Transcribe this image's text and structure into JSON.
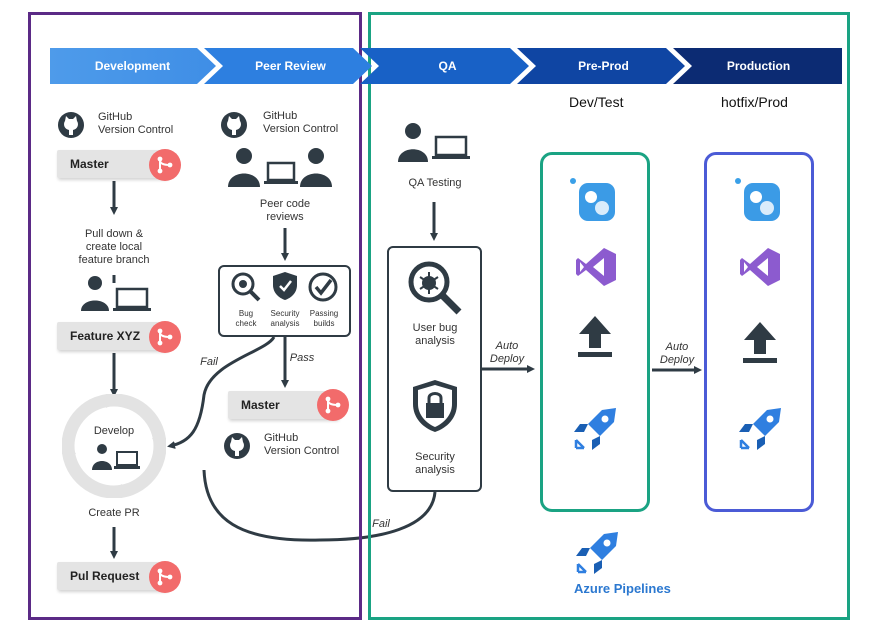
{
  "stages": [
    "Development",
    "Peer Review",
    "QA",
    "Pre-Prod",
    "Production"
  ],
  "env_labels": {
    "preprod": "Dev/Test",
    "prod": "hotfix/Prod"
  },
  "dev": {
    "github_line1": "GitHub",
    "github_line2": "Version Control",
    "master_label": "Master",
    "pull_line1": "Pull down &",
    "pull_line2": "create local",
    "pull_line3": "feature branch",
    "feature_label": "Feature XYZ",
    "develop_label": "Develop",
    "create_pr_label": "Create PR",
    "pull_request_label": "Pul Request"
  },
  "peer": {
    "github_line1": "GitHub",
    "github_line2": "Version Control",
    "reviews_line1": "Peer code",
    "reviews_line2": "reviews",
    "checks": [
      {
        "line1": "Bug",
        "line2": "check"
      },
      {
        "line1": "Security",
        "line2": "analysis"
      },
      {
        "line1": "Passing",
        "line2": "builds"
      }
    ],
    "fail_label": "Fail",
    "pass_label": "Pass",
    "master_label": "Master",
    "github2_line1": "GitHub",
    "github2_line2": "Version Control"
  },
  "qa": {
    "testing_label": "QA Testing",
    "bug_line1": "User bug",
    "bug_line2": "analysis",
    "security_line1": "Security",
    "security_line2": "analysis",
    "fail_label": "Fail"
  },
  "deploy": {
    "auto1_line1": "Auto",
    "auto1_line2": "Deploy",
    "auto2_line1": "Auto",
    "auto2_line2": "Deploy"
  },
  "azure_pipelines_label": "Azure Pipelines",
  "colors": {
    "dev_frame": "#5b2a86",
    "qa_frame": "#1aa383",
    "preprod_box": "#1aa383",
    "prod_box": "#4b5bd6",
    "branch_icon": "#f26b6b",
    "azure_text": "#2b78d0",
    "arrow": "#2f3b44"
  }
}
